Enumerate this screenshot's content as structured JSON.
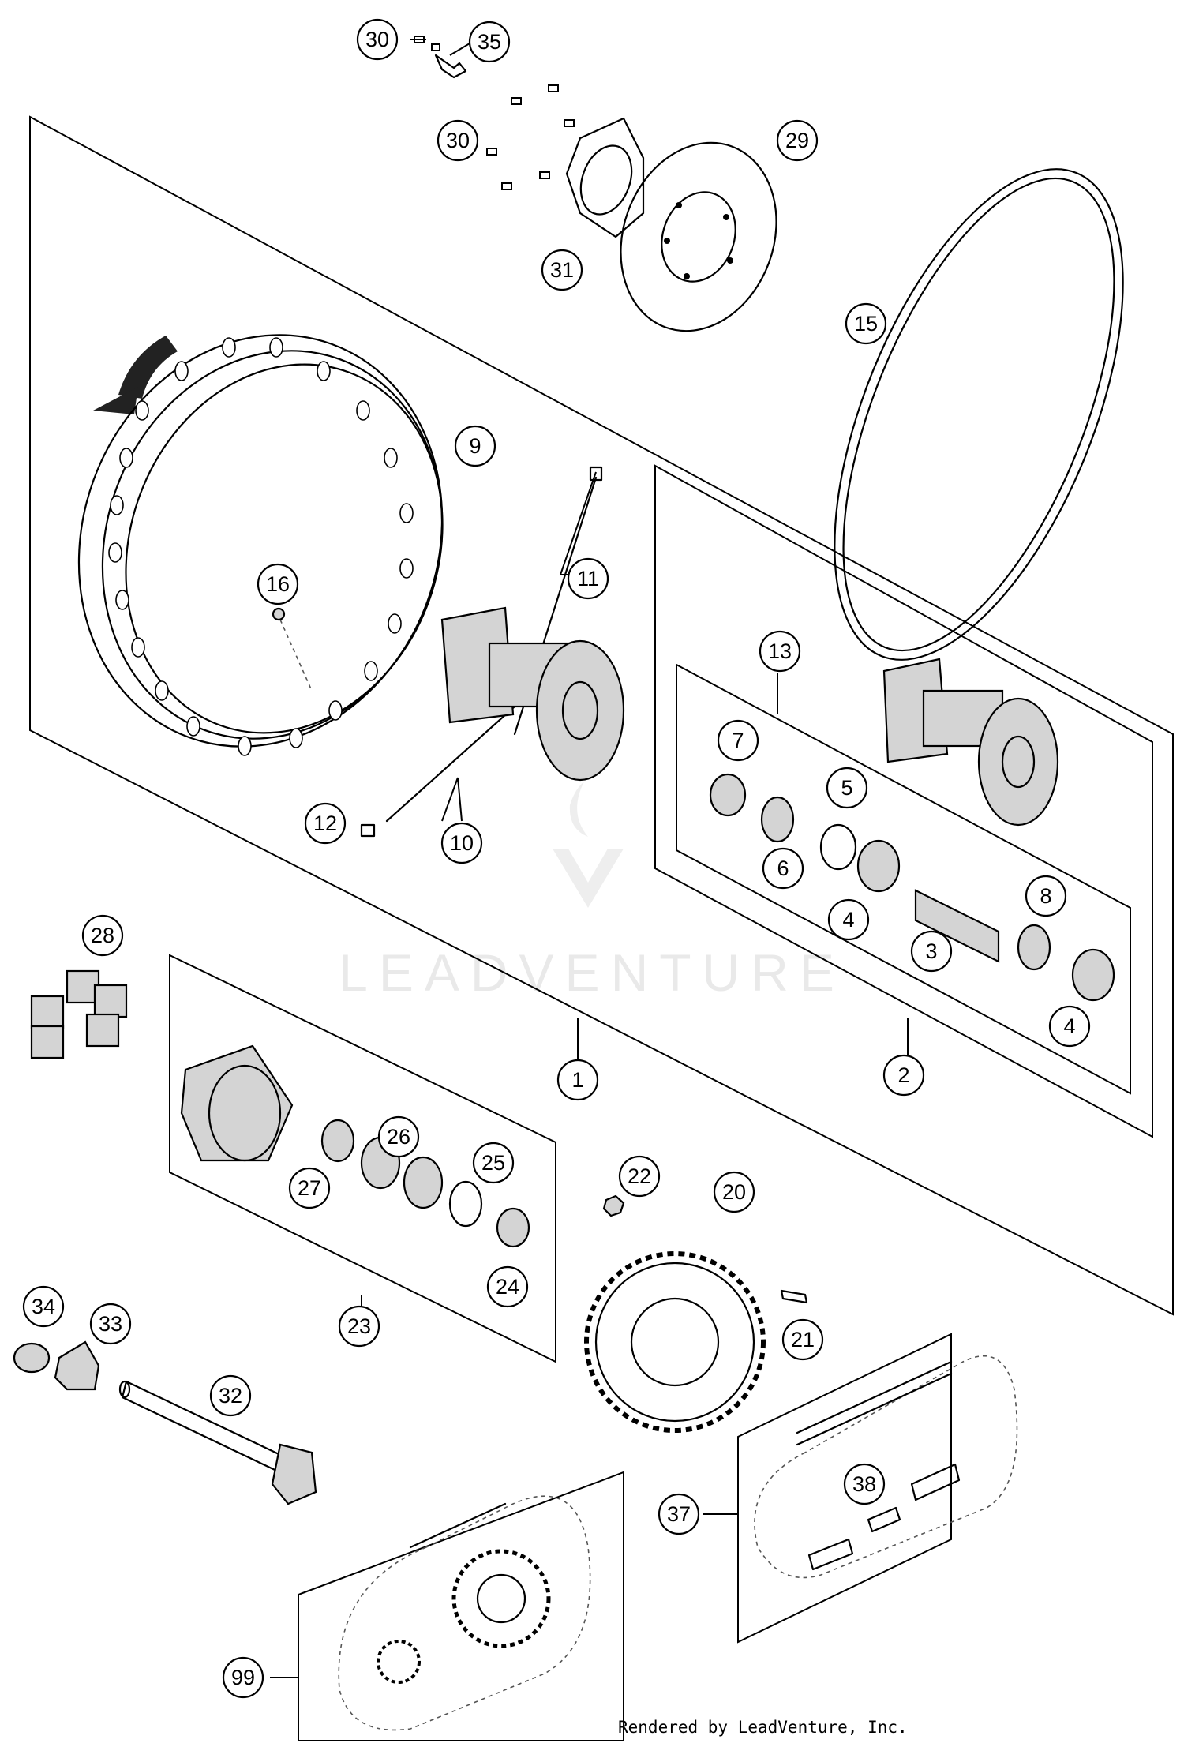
{
  "watermark": "LEADVENTURE",
  "credit": "Rendered by LeadVenture, Inc.",
  "callouts": [
    {
      "label": "30"
    },
    {
      "label": "35"
    },
    {
      "label": "30"
    },
    {
      "label": "29"
    },
    {
      "label": "31"
    },
    {
      "label": "15"
    },
    {
      "label": "9"
    },
    {
      "label": "16"
    },
    {
      "label": "11"
    },
    {
      "label": "13"
    },
    {
      "label": "7"
    },
    {
      "label": "5"
    },
    {
      "label": "6"
    },
    {
      "label": "4"
    },
    {
      "label": "8"
    },
    {
      "label": "3"
    },
    {
      "label": "4"
    },
    {
      "label": "12"
    },
    {
      "label": "10"
    },
    {
      "label": "28"
    },
    {
      "label": "1"
    },
    {
      "label": "2"
    },
    {
      "label": "26"
    },
    {
      "label": "25"
    },
    {
      "label": "27"
    },
    {
      "label": "24"
    },
    {
      "label": "22"
    },
    {
      "label": "20"
    },
    {
      "label": "23"
    },
    {
      "label": "21"
    },
    {
      "label": "34"
    },
    {
      "label": "33"
    },
    {
      "label": "32"
    },
    {
      "label": "38"
    },
    {
      "label": "37"
    },
    {
      "label": "99"
    }
  ]
}
